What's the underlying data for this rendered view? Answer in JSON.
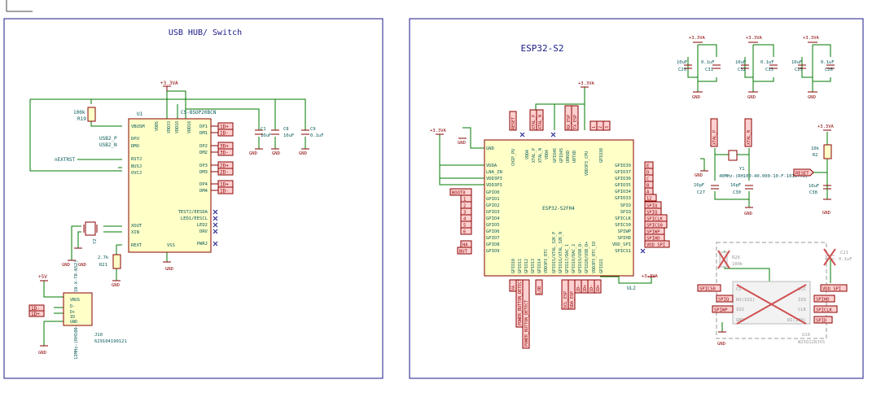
{
  "colors": {
    "frame": "#1a1a8a",
    "body_fill": "#ffffc8",
    "body_stroke": "#8a0000",
    "wire": "#007a00",
    "pin": "#8a0000",
    "text": "#0a5a5a",
    "label_fill": "#ffd0d0",
    "dnp": "#d05050"
  },
  "sheet1": {
    "title": "USB HUB/ Switch"
  },
  "sheet2": {
    "title": "ESP32-S2"
  },
  "hub": {
    "ref": "U1",
    "value": "CS-BSOP20BCN",
    "pins_left": [
      "VBUSM",
      "DPU",
      "DMU",
      "RSTJ",
      "BUSJ",
      "OVCJ",
      "XOUT",
      "XIN",
      "REXT"
    ],
    "pins_right": [
      "DP1",
      "DM1",
      "DP2",
      "DM2",
      "DP3",
      "DM3",
      "DP4",
      "DM4",
      "TESTJ/EESDA",
      "LED1/EESCL",
      "LED2",
      "DRV",
      "PWRJ"
    ],
    "pins_top": [
      "VDD5",
      "VDD33",
      "VDD18",
      "VDD18"
    ],
    "pin_bottom": "VSS",
    "port_labels": [
      "1D+",
      "1D-",
      "3D+",
      "3D-",
      "2D+",
      "2D-",
      "1D+",
      "1D-"
    ],
    "left_nets": [
      "USB2_P",
      "USB2_N",
      "nEXTRST"
    ]
  },
  "hub_parts": {
    "r19": {
      "ref": "R19",
      "value": "100k"
    },
    "r21": {
      "ref": "R21",
      "value": "2.7k"
    },
    "y2": {
      "ref": "Y2",
      "value": "12MHz-(RH100-12.000-12-1010-X-TR-NS2)"
    },
    "caps": [
      {
        "ref": "C1",
        "value": "10uF"
      },
      {
        "ref": "C8",
        "value": "10uF"
      },
      {
        "ref": "C9",
        "value": "0.1uF"
      }
    ],
    "power": "+3.3VA",
    "j10": {
      "ref": "J10",
      "value": "629104190121",
      "pins": [
        "VBUS",
        "D-",
        "D+",
        "ID",
        "GND"
      ]
    },
    "usb_labels": [
      "1D-",
      "1D+"
    ],
    "plus5": "+5V"
  },
  "esp": {
    "ref": "U2",
    "value": "ESP32-S2FH4",
    "pins_left": [
      "GND",
      "VDDA",
      "LNA_IN",
      "VDD3P3",
      "VDD3P3",
      "GPIO0",
      "GPIO1",
      "GPIO2",
      "GPIO3",
      "GPIO4",
      "GPIO5",
      "GPIO6",
      "GPIO7",
      "GPIO8",
      "GPIO9"
    ],
    "left_labels": [
      "BOOT0",
      "1",
      "2",
      "3",
      "4",
      "5",
      "6",
      "HA",
      "BUT"
    ],
    "pins_right": [
      "GPIO39",
      "GPIO37",
      "GPIO36",
      "GPIO35",
      "GPIO34",
      "GPIO33",
      "SPIO",
      "SPIQ",
      "SPICLK",
      "SPICS0",
      "SPIWP",
      "SPIHD",
      "VDD_SPI",
      "SPICS1"
    ],
    "right_labels": [
      "E",
      "D",
      "C",
      "B",
      "A",
      "12",
      "SPIQ",
      "SPIQ",
      "SPICLK",
      "SPICS0",
      "SPIWP",
      "SPIHD",
      "VDD_SPI"
    ],
    "top_labels": [
      "RESET",
      "XTAL_P",
      "XTAL_N",
      "RX_ESP",
      "TX_ESP",
      "1",
      "2",
      "3"
    ],
    "top_pins": [
      "CHIP_PU",
      "VDDA",
      "XTAL_P",
      "XTAL_N",
      "VDDA",
      "GPIO46",
      "GPIO45",
      "U0RXD",
      "U0TXD",
      "VDD3P3_CPU",
      "GPIO38"
    ],
    "bottom_pins": [
      "GPIO10",
      "GPIO11",
      "GPIO12",
      "GPIO13",
      "GPIO14",
      "VDD3P3_RTC",
      "GPIO15/XTAL_32K_P",
      "GPIO16/XTAL_32K_N",
      "GPIO17/DAC_1",
      "GPIO18/DAC_2",
      "GPIO19/USB_D-",
      "GPIO20/USB_D+",
      "VDD3P3_RTC_IO",
      "GPIO21"
    ],
    "bottom_labels": [
      "VA",
      "POWER_BUTTON_DETECT",
      "POWER_BUTTON_DETECT",
      "LOB",
      "SCL_ESP",
      "SDA_ESP",
      "2D-",
      "2D+",
      "1D-",
      "1D+"
    ],
    "net_ul2": "UL2",
    "gnd_label": "GND",
    "power": "+3.3VA"
  },
  "decoupling": [
    {
      "ref": "C29",
      "value": "10uF"
    },
    {
      "ref": "C31",
      "value": "0.1uF"
    },
    {
      "ref": "C32",
      "value": "10uF"
    },
    {
      "ref": "C33",
      "value": "0.1uF"
    },
    {
      "ref": "C25",
      "value": "10uF"
    },
    {
      "ref": "C26",
      "value": "0.1uF"
    }
  ],
  "crystal": {
    "ref": "Y1",
    "value": "40MHz-(RH100-40.000-10-F-1010-TR)",
    "caps": [
      {
        "ref": "C27",
        "value": "16pF"
      },
      {
        "ref": "C30",
        "value": "16pF"
      }
    ],
    "nets": [
      "XTAL_P",
      "XTAL_N"
    ]
  },
  "reset_circuit": {
    "r2": {
      "ref": "R2",
      "value": "10k"
    },
    "c38": {
      "ref": "C38",
      "value": "10uF"
    },
    "net": "RESET"
  },
  "flash": {
    "ref": "U10",
    "value": "W25Q128JVS",
    "pins_left": [
      "CS",
      "DO(IO1)",
      "IO2",
      "GND"
    ],
    "pins_right": [
      "VCC",
      "IO3",
      "CLK",
      "DI(IO0)"
    ],
    "labels_left": [
      "SPICS0",
      "SPIQ",
      "SPIWP"
    ],
    "labels_right": [
      "VDD_SPI",
      "SPIHD",
      "SPICLK",
      "SPID"
    ],
    "r26": {
      "ref": "R26",
      "value": "100k"
    },
    "c21": {
      "ref": "C21",
      "value": "0.1uF"
    }
  },
  "gnd": "GND"
}
